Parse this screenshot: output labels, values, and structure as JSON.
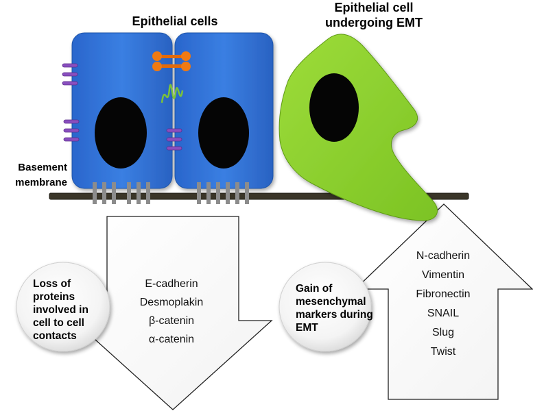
{
  "titles": {
    "epithelial_cells": "Epithelial cells",
    "emt_cell_line1": "Epithelial cell",
    "emt_cell_line2": "undergoing EMT"
  },
  "basement_membrane": {
    "line1": "Basement",
    "line2": "membrane"
  },
  "loss_box": {
    "label_lines": [
      "Loss of",
      "proteins",
      "involved in",
      "cell to cell",
      "contacts"
    ],
    "markers": [
      "E-cadherin",
      "Desmoplakin",
      "β-catenin",
      "α-catenin"
    ]
  },
  "gain_box": {
    "label_lines": [
      "Gain of",
      "mesenchymal",
      "markers during",
      "EMT"
    ],
    "markers": [
      "N-cadherin",
      "Vimentin",
      "Fibronectin",
      "SNAIL",
      "Slug",
      "Twist"
    ]
  },
  "colors": {
    "epithelial_fill": "#2f6fd6",
    "emt_fill": "#8fd22e",
    "nucleus": "#050505",
    "membrane": "#3a3528",
    "junction_orange": "#f07a12",
    "tight_junction_purple": "#8a4fbf",
    "integrin_gray": "#8c8c8c",
    "gap_green": "#7bc23a"
  }
}
